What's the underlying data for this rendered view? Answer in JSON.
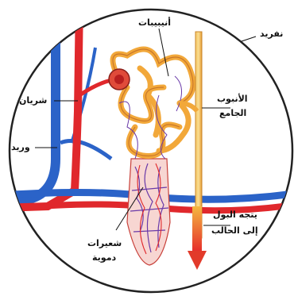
{
  "labels": {
    "nephron": "نفريد",
    "tubules": "أنيبيبات",
    "artery": "شريان",
    "collecting_duct_line1": "الأنبوب",
    "collecting_duct_line2": "الجامع",
    "vein": "وريد",
    "urine_line1": "يتجه البول",
    "urine_line2": "إلى الحالب",
    "capillaries_line1": "شعيرات",
    "capillaries_line2": "دموية"
  },
  "colors": {
    "outline": "#222222",
    "artery": "#e0282c",
    "vein": "#2b63c8",
    "tubule": "#f2a83a",
    "capillary": "#6a3aa8",
    "duct": "#f3b24a",
    "flow_arrow": "#e23a2a"
  }
}
